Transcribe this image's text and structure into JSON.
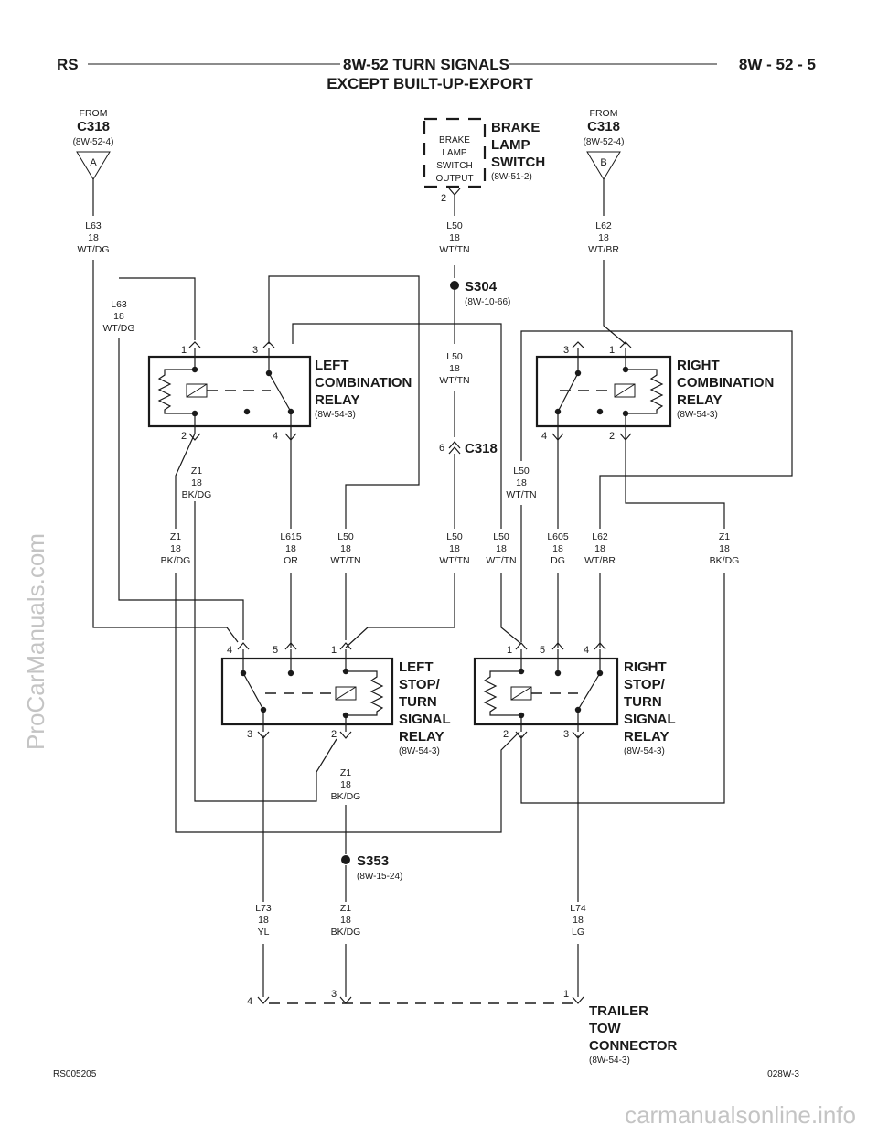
{
  "header": {
    "section": "RS",
    "title_line1": "8W-52 TURN SIGNALS",
    "title_line2": "EXCEPT BUILT-UP-EXPORT",
    "page": "8W - 52 - 5"
  },
  "sources": {
    "left": {
      "from": "FROM",
      "connector": "C318",
      "ref": "(8W-52-4)",
      "pin": "A",
      "circuit": "L63",
      "gauge": "18",
      "color": "WT/DG"
    },
    "right": {
      "from": "FROM",
      "connector": "C318",
      "ref": "(8W-52-4)",
      "pin": "B",
      "circuit": "L62",
      "gauge": "18",
      "color": "WT/BR"
    },
    "brake": {
      "inner": [
        "BRAKE",
        "LAMP",
        "SWITCH",
        "OUTPUT"
      ],
      "name": [
        "BRAKE",
        "LAMP",
        "SWITCH"
      ],
      "ref": "(8W-51-2)",
      "pin": "2",
      "circuit": "L50",
      "gauge": "18",
      "color": "WT/TN"
    }
  },
  "splices": {
    "s304": {
      "name": "S304",
      "ref": "(8W-10-66)"
    },
    "s353": {
      "name": "S353",
      "ref": "(8W-15-24)"
    },
    "c318": {
      "name": "C318",
      "pin": "6"
    }
  },
  "relays": {
    "left_combo": {
      "name": [
        "LEFT",
        "COMBINATION",
        "RELAY"
      ],
      "ref": "(8W-54-3)",
      "pins": [
        "1",
        "3",
        "2",
        "4"
      ]
    },
    "right_combo": {
      "name": [
        "RIGHT",
        "COMBINATION",
        "RELAY"
      ],
      "ref": "(8W-54-3)",
      "pins": [
        "3",
        "1",
        "4",
        "2"
      ]
    },
    "left_stop": {
      "name": [
        "LEFT",
        "STOP/",
        "TURN",
        "SIGNAL",
        "RELAY"
      ],
      "ref": "(8W-54-3)",
      "pins": [
        "4",
        "5",
        "1",
        "3",
        "2"
      ]
    },
    "right_stop": {
      "name": [
        "RIGHT",
        "STOP/",
        "TURN",
        "SIGNAL",
        "RELAY"
      ],
      "ref": "(8W-54-3)",
      "pins": [
        "1",
        "5",
        "4",
        "2",
        "3"
      ]
    }
  },
  "wires": {
    "l63_inner": [
      "L63",
      "18",
      "WT/DG"
    ],
    "l50_mid": [
      "L50",
      "18",
      "WT/TN"
    ],
    "z1_a": [
      "Z1",
      "18",
      "BK/DG"
    ],
    "z1_b": [
      "Z1",
      "18",
      "BK/DG"
    ],
    "l615": [
      "L615",
      "18",
      "OR"
    ],
    "l50_b": [
      "L50",
      "18",
      "WT/TN"
    ],
    "l50_c": [
      "L50",
      "18",
      "WT/TN"
    ],
    "l50_d": [
      "L50",
      "18",
      "WT/TN"
    ],
    "l50_e": [
      "L50",
      "18",
      "WT/TN"
    ],
    "l605": [
      "L605",
      "18",
      "DG"
    ],
    "l62_b": [
      "L62",
      "18",
      "WT/BR"
    ],
    "z1_c": [
      "Z1",
      "18",
      "BK/DG"
    ],
    "z1_d": [
      "Z1",
      "18",
      "BK/DG"
    ],
    "l73": [
      "L73",
      "18",
      "YL"
    ],
    "z1_e": [
      "Z1",
      "18",
      "BK/DG"
    ],
    "l74": [
      "L74",
      "18",
      "LG"
    ]
  },
  "trailer": {
    "name": [
      "TRAILER",
      "TOW",
      "CONNECTOR"
    ],
    "ref": "(8W-54-3)",
    "pins": [
      "4",
      "3",
      "1"
    ]
  },
  "footer": {
    "left": "RS005205",
    "right": "028W-3"
  },
  "watermarks": {
    "side": "ProCarManuals.com",
    "bottom": "carmanualsonline.info"
  }
}
